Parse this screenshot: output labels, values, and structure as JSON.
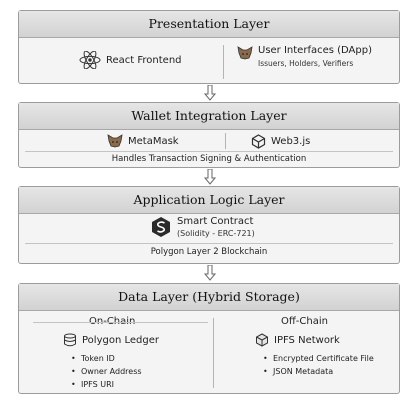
{
  "presentation": {
    "title": "Presentation Layer",
    "react_label": "React Frontend",
    "ui_label": "User Interfaces (DApp)",
    "ui_sub": "Issuers, Holders, Verifiers"
  },
  "wallet": {
    "title": "Wallet Integration Layer",
    "metamask_label": "MetaMask",
    "web3_label": "Web3.js",
    "note": "Handles Transaction Signing & Authentication"
  },
  "logic": {
    "title": "Application Logic Layer",
    "contract_label": "Smart Contract",
    "contract_sub": "(Solidity - ERC-721)",
    "note": "Polygon Layer 2 Blockchain"
  },
  "data": {
    "title": "Data Layer (Hybrid Storage)",
    "onchain": {
      "title": "On-Chain",
      "store": "Polygon Ledger",
      "items": [
        "Token ID",
        "Owner Address",
        "IPFS URI"
      ]
    },
    "offchain": {
      "title": "Off-Chain",
      "store": "IPFS Network",
      "items": [
        "Encrypted Certificate File",
        "JSON Metadata"
      ]
    }
  }
}
